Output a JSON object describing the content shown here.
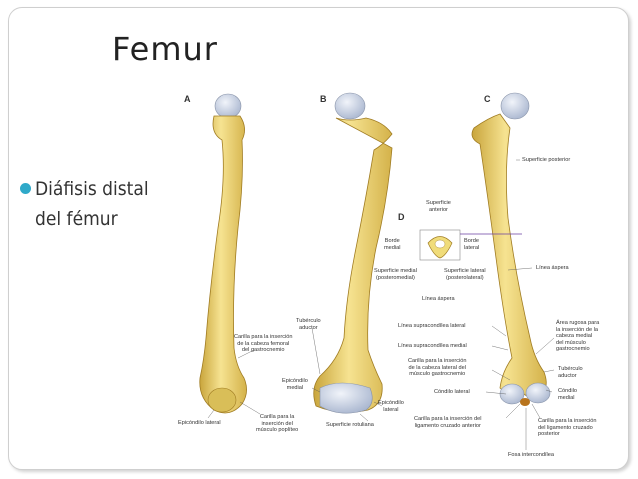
{
  "slide": {
    "title": "Femur",
    "bullets": [
      "Diáfisis distal",
      "del fémur"
    ]
  },
  "figure": {
    "panels": [
      "A",
      "B",
      "C",
      "D"
    ],
    "labels": {
      "carilla_cabeza_femoral": [
        "Carilla para la inserción",
        "de la cabeza femoral",
        "del gastrocnemio"
      ],
      "epicondilo_lateral_a": "Epicóndilo lateral",
      "carilla_popliteo": [
        "Carilla para la",
        "inserción del",
        "músculo poplíteo"
      ],
      "tuberculo_aductor_b": [
        "Tubérculo",
        "aductor"
      ],
      "epicondilo_medial_b": [
        "Epicóndilo",
        "medial"
      ],
      "epicondilo_lateral_b": [
        "Epicóndilo",
        "lateral"
      ],
      "superficie_rotuliana": "Superficie rotuliana",
      "superficie_anterior": [
        "Superficie",
        "anterior"
      ],
      "borde_medial": [
        "Borde",
        "medial"
      ],
      "borde_lateral": [
        "Borde",
        "lateral"
      ],
      "superficie_medial": [
        "Superficie medial",
        "(posteromedial)"
      ],
      "superficie_lateral": [
        "Superficie lateral",
        "(posterolateral)"
      ],
      "linea_aspera_d": "Línea áspera",
      "superficie_posterior": "Superficie posterior",
      "linea_aspera_c": "Línea áspera",
      "linea_supracondilea_lateral": "Línea supracondílea lateral",
      "linea_supracondilea_medial": "Línea supracondílea medial",
      "carilla_gastrocnemio_lateral": [
        "Carilla para la inserción",
        "de la cabeza lateral del",
        "músculo gastrocnemio"
      ],
      "condilo_lateral": "Cóndilo lateral",
      "carilla_cruzado_anterior": [
        "Carilla para la inserción del",
        "ligamento cruzado anterior"
      ],
      "area_rugosa": [
        "Área rugosa para",
        "la inserción de la",
        "cabeza medial",
        "del músculo",
        "gastrocnemio"
      ],
      "tuberculo_aductor_c": [
        "Tubérculo",
        "aductor"
      ],
      "condilo_medial": [
        "Cóndilo",
        "medial"
      ],
      "carilla_cruzado_posterior": [
        "Carilla para la inserción",
        "del ligamento cruzado",
        "posterior"
      ],
      "fosa_intercondilea": "Fosa intercondílea"
    },
    "colors": {
      "bone": "#f0dc7a",
      "bone_shade": "#c9a53c",
      "cartilage": "#c9d3e6",
      "bullet": "#2fa9c9",
      "section_line": "#6a3fa0"
    }
  }
}
